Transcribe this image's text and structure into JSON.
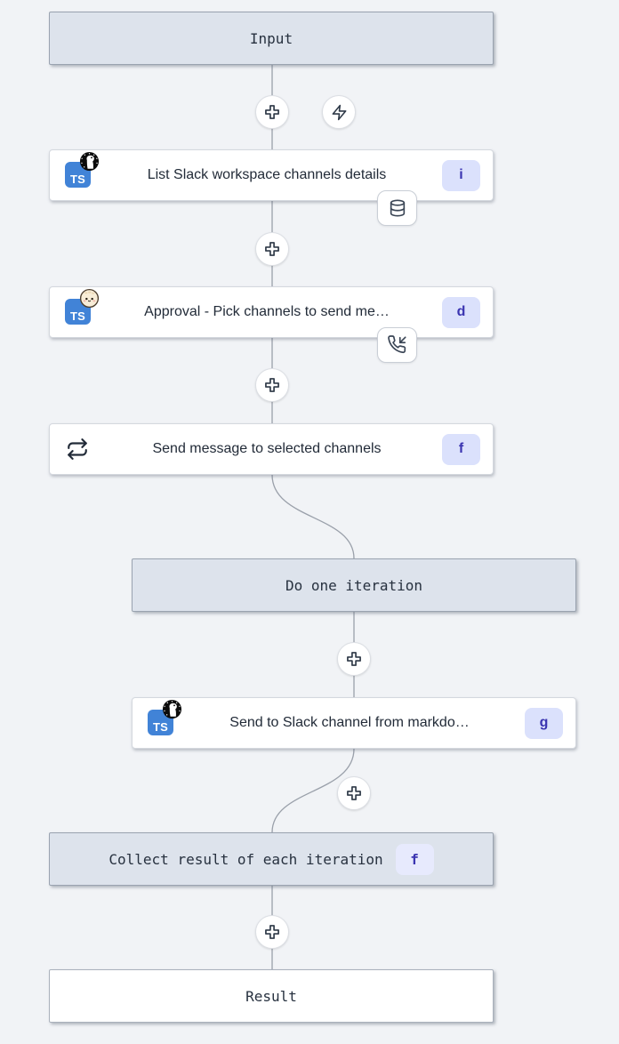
{
  "colors": {
    "background": "#f1f3f6",
    "header_box_bg": "#dde3ec",
    "header_box_border": "#9aa3b0",
    "node_bg": "#ffffff",
    "node_border": "#d4d8de",
    "badge_bg": "#dbe1fc",
    "badge_bg_light": "#e7eafd",
    "badge_text": "#3b35b1",
    "typescript_blue": "#4183d7",
    "connector": "#9aa0aa",
    "icon_dark": "#2e3947"
  },
  "icons": {
    "add": "plus-icon",
    "triggers": "zap-icon",
    "cache": "database-icon",
    "approval": "phone-incoming-icon",
    "loop": "repeat-icon",
    "language": "typescript-icon",
    "runtime_deno": "deno-icon",
    "runtime_bun": "bun-icon"
  },
  "boxes": {
    "input": {
      "label": "Input"
    },
    "iteration": {
      "label": "Do one iteration"
    },
    "collect": {
      "label": "Collect result of each iteration",
      "badge": "f"
    },
    "result": {
      "label": "Result"
    }
  },
  "steps": {
    "list_channels": {
      "title": "List Slack workspace channels details",
      "badge": "i"
    },
    "approval": {
      "title": "Approval - Pick channels to send me…",
      "badge": "d"
    },
    "send_message": {
      "title": "Send message to selected channels",
      "badge": "f"
    },
    "send_markdown": {
      "title": "Send to Slack channel from markdo…",
      "badge": "g"
    }
  }
}
